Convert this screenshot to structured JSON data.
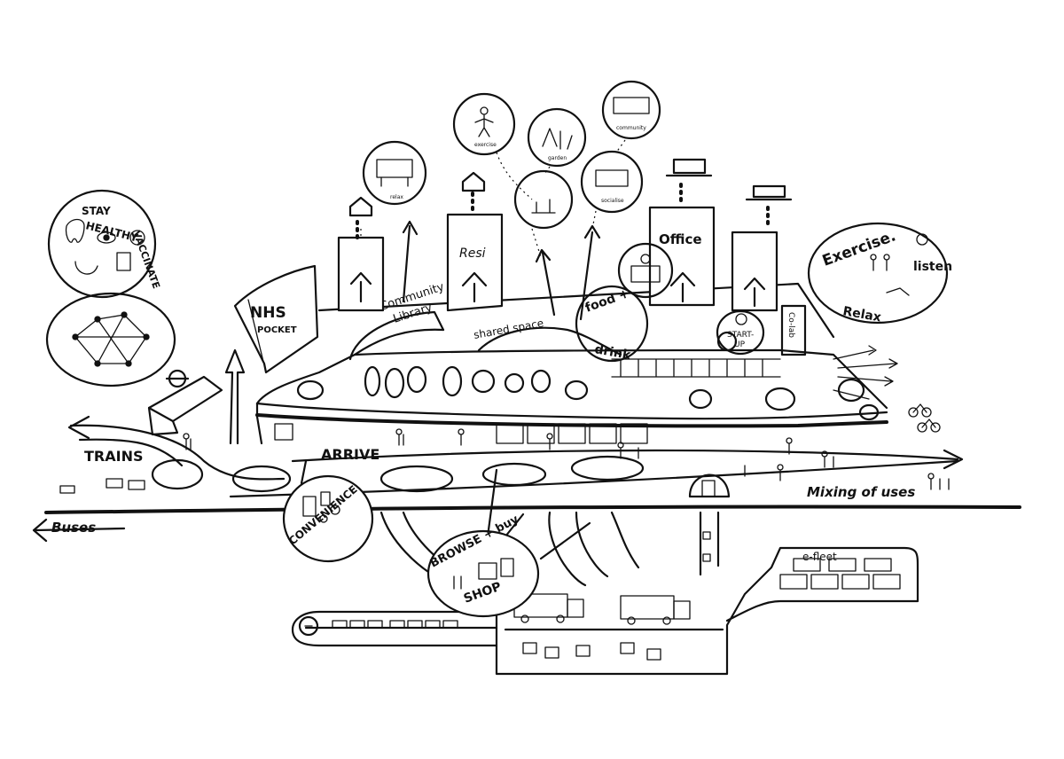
{
  "labels": {
    "stay": "STAY",
    "healthy": "HEALTHY",
    "vaccinate": "VACCINATE",
    "nhs": "NHS",
    "pocket": "POCKET",
    "community": "Community",
    "library": "Library",
    "resi": "Resi",
    "office": "Office",
    "shared_space": "shared space",
    "food": "food +",
    "drink": "drink",
    "start_up": "START-",
    "start_up2": "UP",
    "co_lab": "Co-lab",
    "trains": "TRAINS",
    "arrive": "ARRIVE",
    "buses": "Buses",
    "convenience": "CONVENIENCE",
    "browse": "BROWSE + buy",
    "shop": "SHOP",
    "mixing": "Mixing of uses",
    "exercise": "Exercise.",
    "listen": "listen",
    "relax": "Relax",
    "e_fleet": "e-fleet",
    "bubble_relax": "relax",
    "bubble_exercise": "exercise",
    "bubble_garden": "garden",
    "bubble_socialise": "socialise",
    "bubble_community": "community"
  }
}
